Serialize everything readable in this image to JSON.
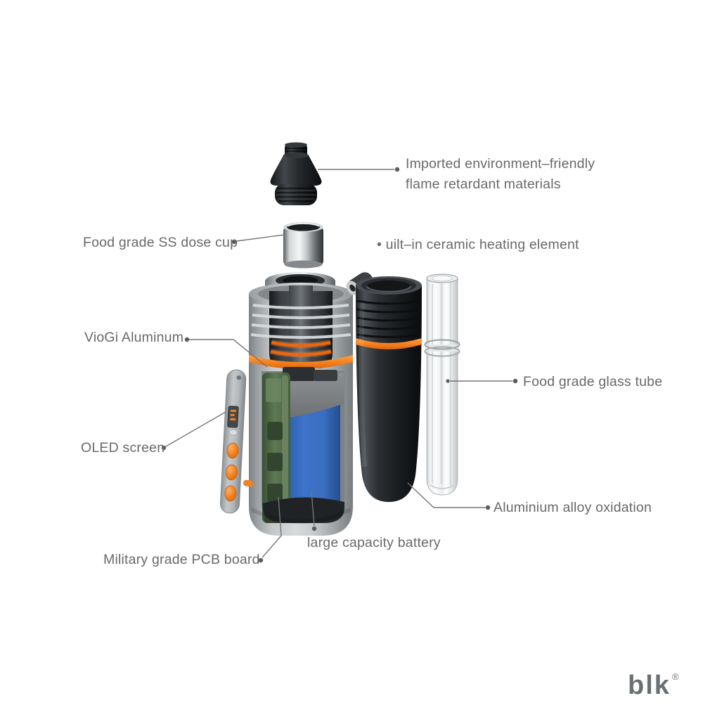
{
  "labels": {
    "mouthpiece_material": {
      "line1": "Imported environment–friendly",
      "line2": "flame retardant materials"
    },
    "dose_cup": "Food grade SS dose cup",
    "heating_element": "• uilt–in ceramic heating element",
    "aluminum": "VioGi Aluminum",
    "oled": "OLED screen",
    "pcb": "Military grade PCB board",
    "battery": "large capacity battery",
    "glass_tube": "Food grade glass tube",
    "alu_oxidation": "Aluminium alloy oxidation"
  },
  "brand": {
    "name": "blk",
    "mark": "®"
  },
  "colors": {
    "accent_orange": "#f5821f",
    "label_gray": "#696969",
    "leader_line_gray": "#757575",
    "battery_blue": "#3a6ec0",
    "pcb_green": "#55714c",
    "body_gray": "#aab0b4",
    "black_part": "#1c1f22",
    "logo_gray": "#6b7073"
  }
}
